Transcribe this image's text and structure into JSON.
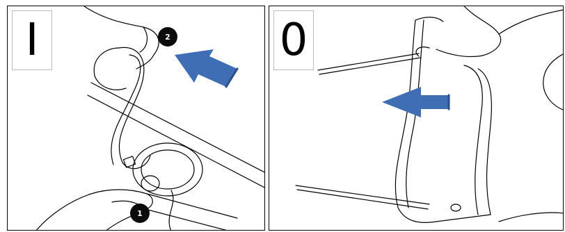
{
  "panels": [
    {
      "position_label": "I",
      "steps": [
        "1",
        "2"
      ],
      "arrow_color": "#3f6eb5",
      "arrow_edge_color": "#2a4f8a"
    },
    {
      "position_label": "0",
      "arrow_color": "#3f6eb5",
      "arrow_edge_color": "#2a4f8a"
    }
  ]
}
